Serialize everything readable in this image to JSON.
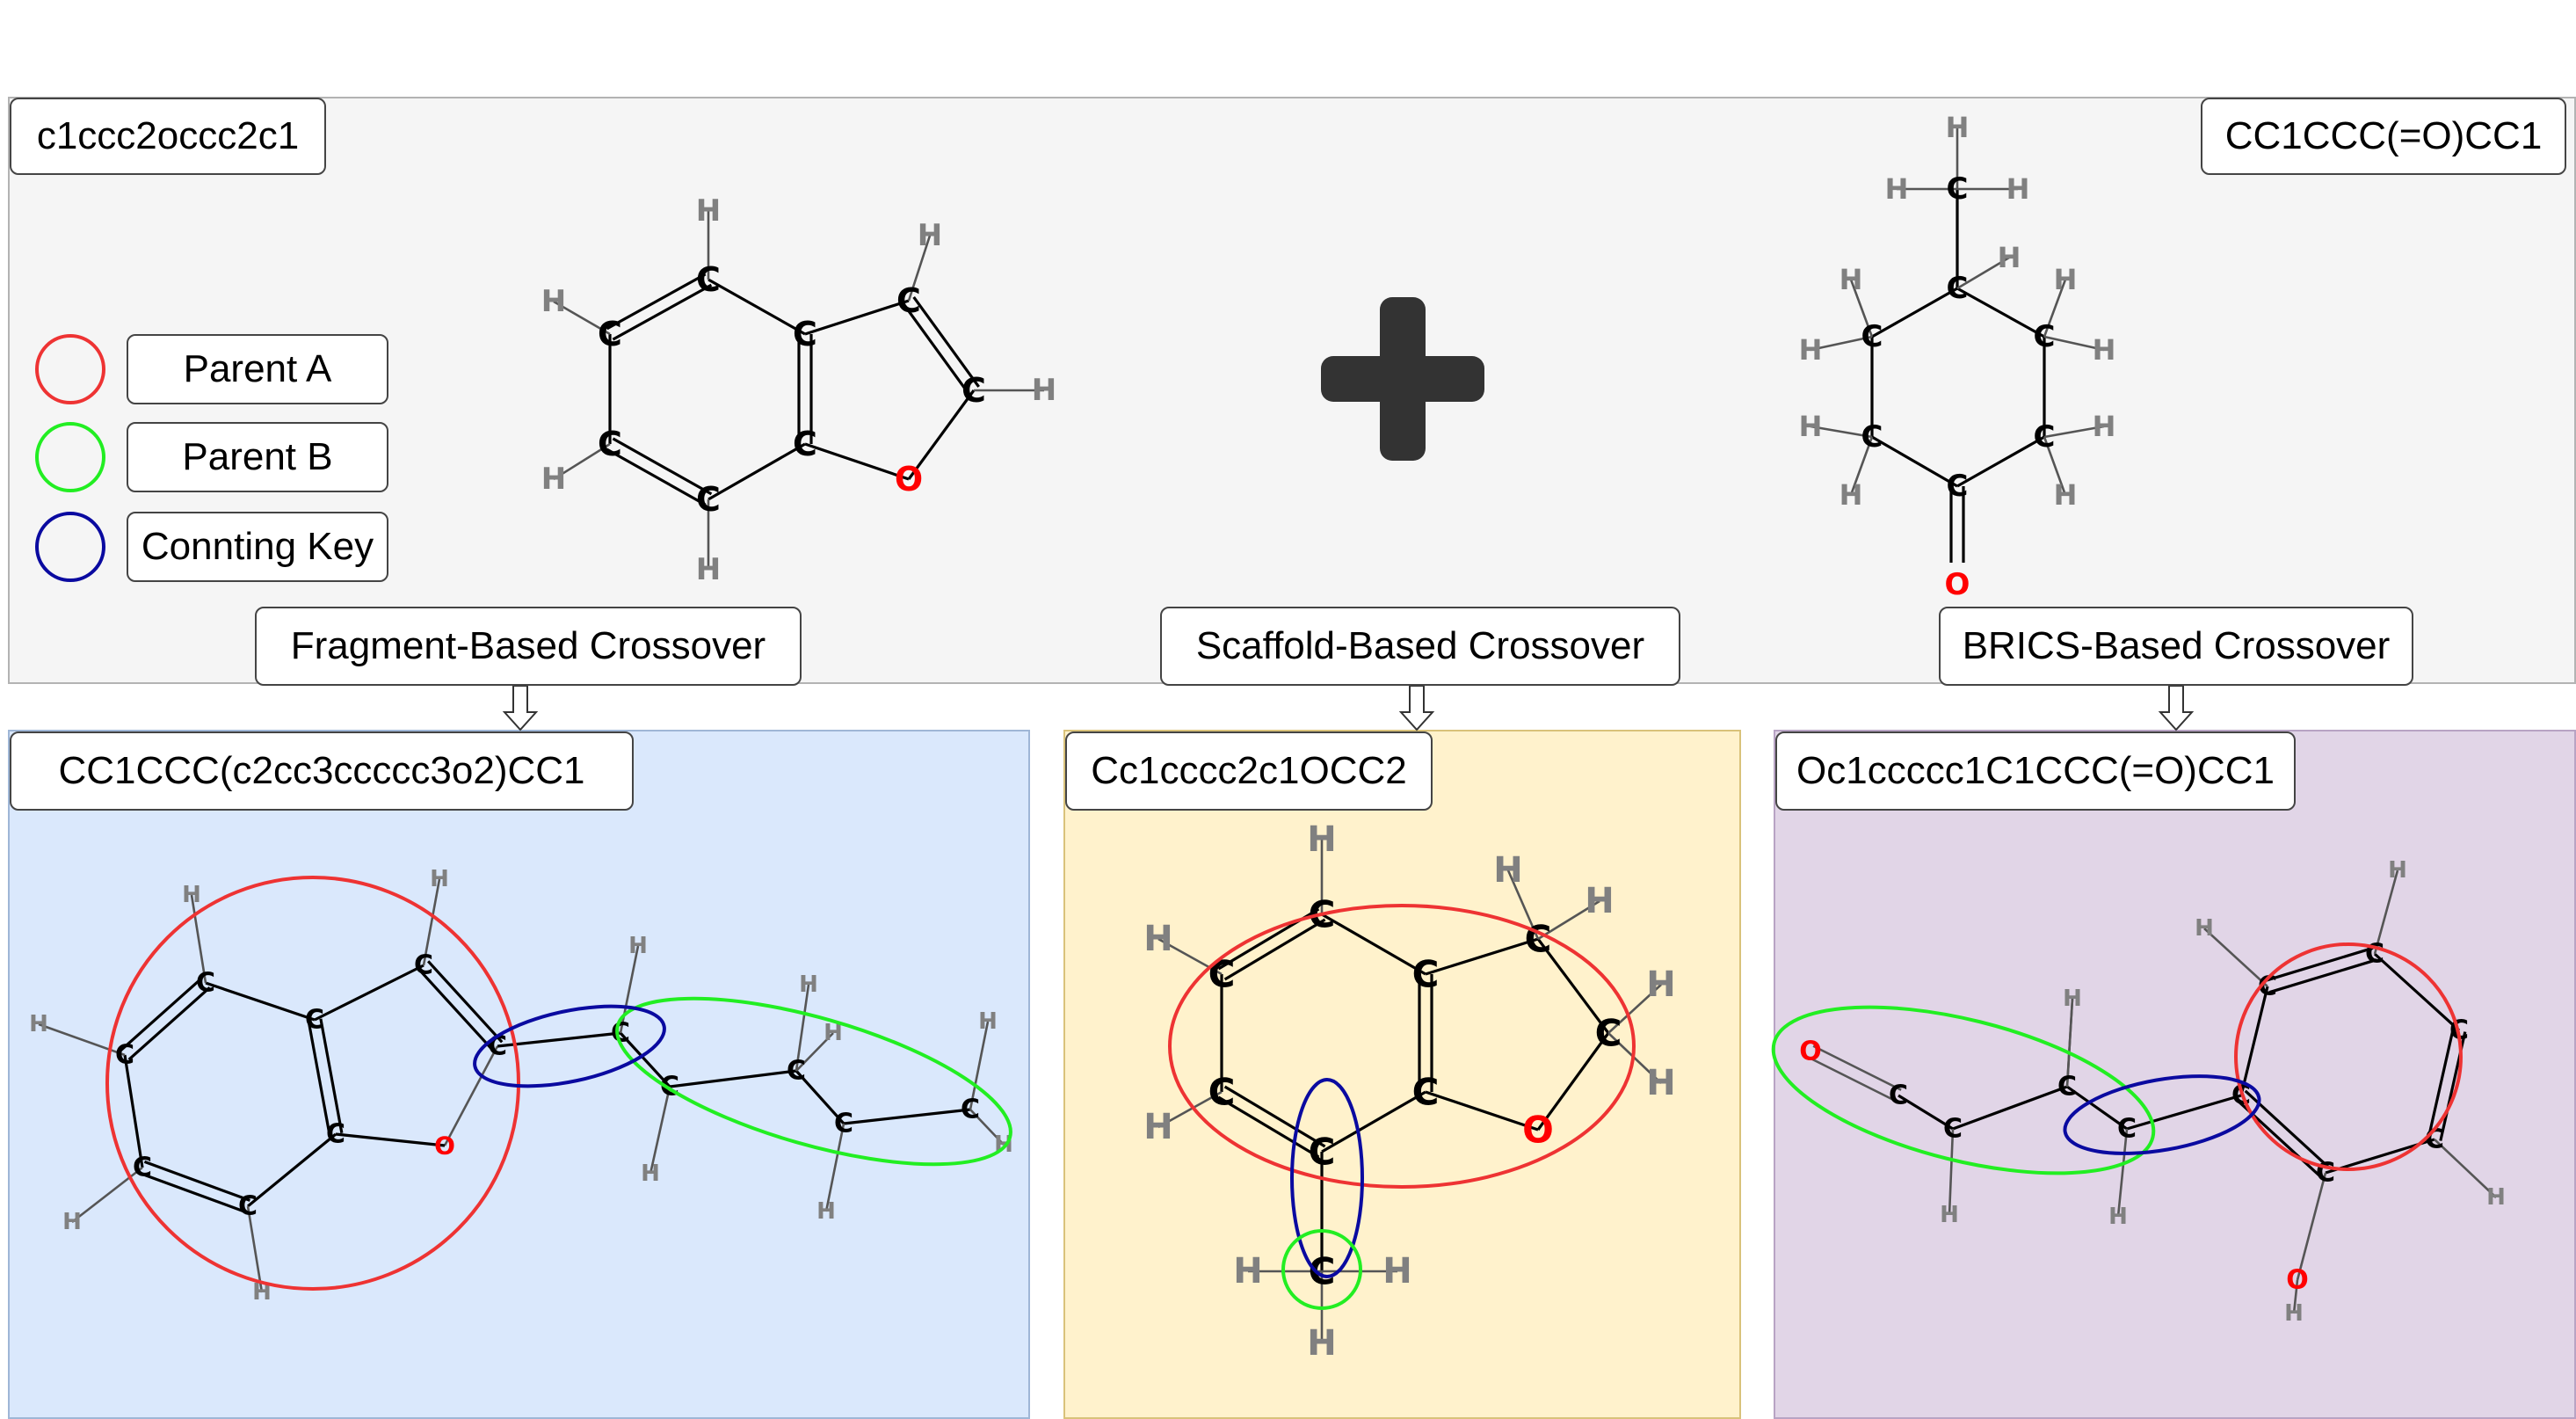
{
  "parents": {
    "a_smiles": "c1ccc2occc2c1",
    "b_smiles": "CC1CCC(=O)CC1"
  },
  "legend": {
    "parent_a": "Parent A",
    "parent_b": "Parent B",
    "key": "Connting Key"
  },
  "methods": {
    "fragment": "Fragment-Based Crossover",
    "scaffold": "Scaffold-Based Crossover",
    "brics": "BRICS-Based Crossover"
  },
  "offspring": {
    "fragment_smiles": "CC1CCC(c2cc3ccccc3o2)CC1",
    "scaffold_smiles": "Cc1cccc2c1OCC2",
    "brics_smiles": "Oc1ccccc1C1CCC(=O)CC1"
  },
  "atoms": {
    "carbon": "C",
    "hydrogen": "H",
    "oxygen": "O"
  },
  "colors": {
    "parent_a": "#ee3333",
    "parent_b": "#22ee22",
    "key": "#0a0aa0",
    "plus": "#333333"
  }
}
